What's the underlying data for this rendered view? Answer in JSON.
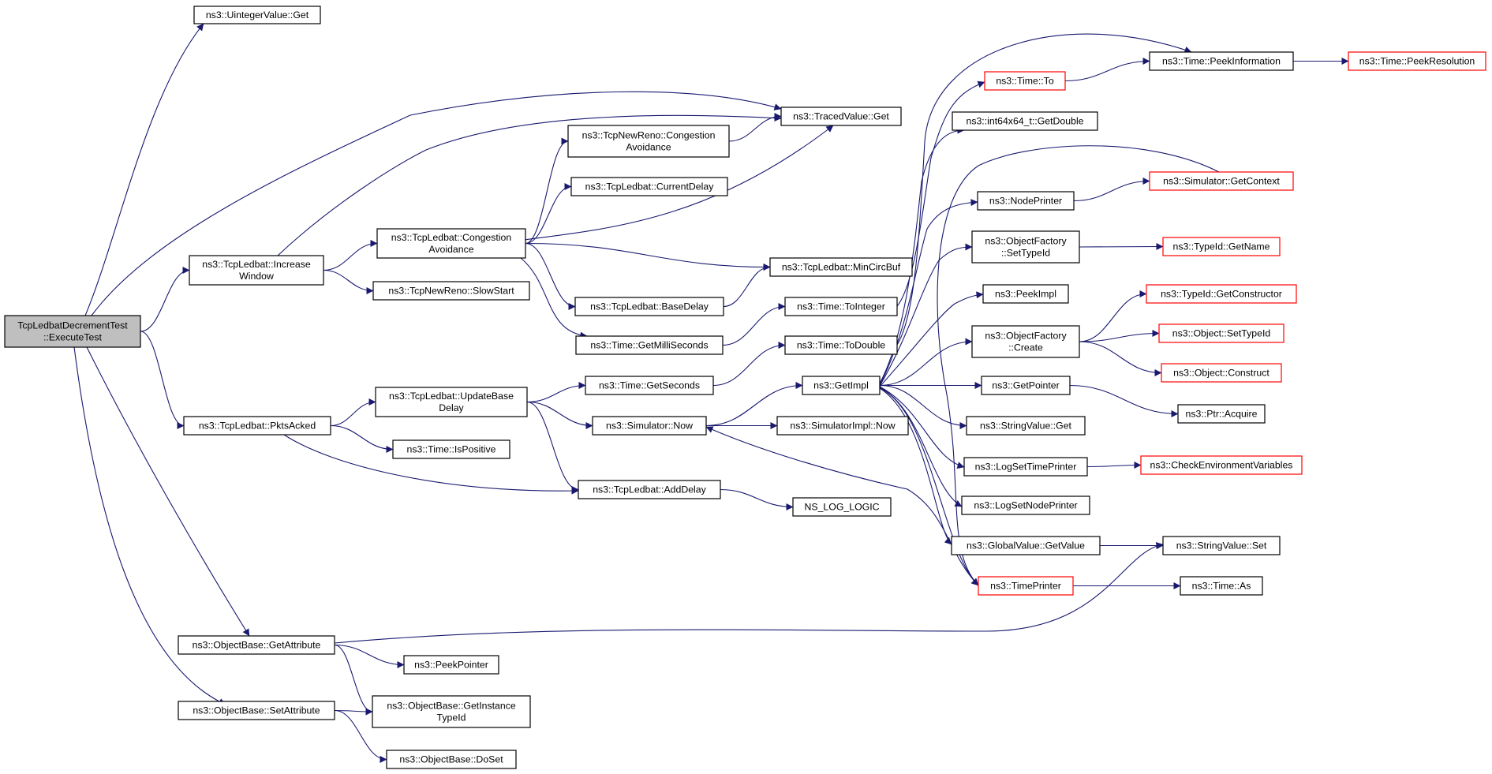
{
  "colors": {
    "edge": "#191970",
    "node_border": "#000000",
    "node_border_truncated": "#ff0000",
    "root_fill": "#bfbfbf",
    "node_fill": "#ffffff",
    "text": "#000000"
  },
  "nodes": [
    {
      "id": "root",
      "lines": [
        "TcpLedbatDecrementTest",
        "::ExecuteTest"
      ],
      "style": "root"
    },
    {
      "id": "uintget",
      "lines": [
        "ns3::UintegerValue::Get"
      ],
      "style": "normal"
    },
    {
      "id": "incwin",
      "lines": [
        "ns3::TcpLedbat::Increase",
        "Window"
      ],
      "style": "normal"
    },
    {
      "id": "pkts",
      "lines": [
        "ns3::TcpLedbat::PktsAcked"
      ],
      "style": "normal"
    },
    {
      "id": "getattr",
      "lines": [
        "ns3::ObjectBase::GetAttribute"
      ],
      "style": "normal"
    },
    {
      "id": "setattr",
      "lines": [
        "ns3::ObjectBase::SetAttribute"
      ],
      "style": "normal"
    },
    {
      "id": "ledca",
      "lines": [
        "ns3::TcpLedbat::Congestion",
        "Avoidance"
      ],
      "style": "normal"
    },
    {
      "id": "slowstart",
      "lines": [
        "ns3::TcpNewReno::SlowStart"
      ],
      "style": "normal"
    },
    {
      "id": "updbase",
      "lines": [
        "ns3::TcpLedbat::UpdateBase",
        "Delay"
      ],
      "style": "normal"
    },
    {
      "id": "ispos",
      "lines": [
        "ns3::Time::IsPositive"
      ],
      "style": "normal"
    },
    {
      "id": "peekptr",
      "lines": [
        "ns3::PeekPointer"
      ],
      "style": "normal"
    },
    {
      "id": "getinst",
      "lines": [
        "ns3::ObjectBase::GetInstance",
        "TypeId"
      ],
      "style": "normal"
    },
    {
      "id": "doset",
      "lines": [
        "ns3::ObjectBase::DoSet"
      ],
      "style": "normal"
    },
    {
      "id": "renoca",
      "lines": [
        "ns3::TcpNewReno::Congestion",
        "Avoidance"
      ],
      "style": "normal"
    },
    {
      "id": "curdelay",
      "lines": [
        "ns3::TcpLedbat::CurrentDelay"
      ],
      "style": "normal"
    },
    {
      "id": "basedelay",
      "lines": [
        "ns3::TcpLedbat::BaseDelay"
      ],
      "style": "normal"
    },
    {
      "id": "getms",
      "lines": [
        "ns3::Time::GetMilliSeconds"
      ],
      "style": "normal"
    },
    {
      "id": "getsec",
      "lines": [
        "ns3::Time::GetSeconds"
      ],
      "style": "normal"
    },
    {
      "id": "simnow",
      "lines": [
        "ns3::Simulator::Now"
      ],
      "style": "normal"
    },
    {
      "id": "adddelay",
      "lines": [
        "ns3::TcpLedbat::AddDelay"
      ],
      "style": "normal"
    },
    {
      "id": "tracedget",
      "lines": [
        "ns3::TracedValue::Get"
      ],
      "style": "normal"
    },
    {
      "id": "mincirc",
      "lines": [
        "ns3::TcpLedbat::MinCircBuf"
      ],
      "style": "normal"
    },
    {
      "id": "toint",
      "lines": [
        "ns3::Time::ToInteger"
      ],
      "style": "normal"
    },
    {
      "id": "todouble",
      "lines": [
        "ns3::Time::ToDouble"
      ],
      "style": "normal"
    },
    {
      "id": "getimpl",
      "lines": [
        "ns3::GetImpl"
      ],
      "style": "normal"
    },
    {
      "id": "simimplnow",
      "lines": [
        "ns3::SimulatorImpl::Now"
      ],
      "style": "normal"
    },
    {
      "id": "nslog",
      "lines": [
        "NS_LOG_LOGIC"
      ],
      "style": "normal"
    },
    {
      "id": "timeto",
      "lines": [
        "ns3::Time::To"
      ],
      "style": "truncated"
    },
    {
      "id": "int64",
      "lines": [
        "ns3::int64x64_t::GetDouble"
      ],
      "style": "normal"
    },
    {
      "id": "nodeprinter",
      "lines": [
        "ns3::NodePrinter"
      ],
      "style": "normal"
    },
    {
      "id": "ofsettype",
      "lines": [
        "ns3::ObjectFactory",
        "::SetTypeId"
      ],
      "style": "normal"
    },
    {
      "id": "peekimpl",
      "lines": [
        "ns3::PeekImpl"
      ],
      "style": "normal"
    },
    {
      "id": "ofcreate",
      "lines": [
        "ns3::ObjectFactory",
        "::Create"
      ],
      "style": "normal"
    },
    {
      "id": "getpointer",
      "lines": [
        "ns3::GetPointer"
      ],
      "style": "normal"
    },
    {
      "id": "strget",
      "lines": [
        "ns3::StringValue::Get"
      ],
      "style": "normal"
    },
    {
      "id": "logtime",
      "lines": [
        "ns3::LogSetTimePrinter"
      ],
      "style": "normal"
    },
    {
      "id": "lognode",
      "lines": [
        "ns3::LogSetNodePrinter"
      ],
      "style": "normal"
    },
    {
      "id": "gvget",
      "lines": [
        "ns3::GlobalValue::GetValue"
      ],
      "style": "normal"
    },
    {
      "id": "timeprinter",
      "lines": [
        "ns3::TimePrinter"
      ],
      "style": "truncated"
    },
    {
      "id": "peekinfo",
      "lines": [
        "ns3::Time::PeekInformation"
      ],
      "style": "normal"
    },
    {
      "id": "getctx",
      "lines": [
        "ns3::Simulator::GetContext"
      ],
      "style": "truncated"
    },
    {
      "id": "tidname",
      "lines": [
        "ns3::TypeId::GetName"
      ],
      "style": "truncated"
    },
    {
      "id": "tidctor",
      "lines": [
        "ns3::TypeId::GetConstructor"
      ],
      "style": "truncated"
    },
    {
      "id": "objsettype",
      "lines": [
        "ns3::Object::SetTypeId"
      ],
      "style": "truncated"
    },
    {
      "id": "objconstruct",
      "lines": [
        "ns3::Object::Construct"
      ],
      "style": "truncated"
    },
    {
      "id": "ptracq",
      "lines": [
        "ns3::Ptr::Acquire"
      ],
      "style": "normal"
    },
    {
      "id": "checkenv",
      "lines": [
        "ns3::CheckEnvironmentVariables"
      ],
      "style": "truncated"
    },
    {
      "id": "strset",
      "lines": [
        "ns3::StringValue::Set"
      ],
      "style": "normal"
    },
    {
      "id": "timeas",
      "lines": [
        "ns3::Time::As"
      ],
      "style": "normal"
    },
    {
      "id": "peekres",
      "lines": [
        "ns3::Time::PeekResolution"
      ],
      "style": "truncated"
    }
  ],
  "edges": [
    [
      "root",
      "uintget"
    ],
    [
      "root",
      "tracedget"
    ],
    [
      "root",
      "incwin"
    ],
    [
      "root",
      "pkts"
    ],
    [
      "root",
      "getattr"
    ],
    [
      "root",
      "setattr"
    ],
    [
      "incwin",
      "tracedget"
    ],
    [
      "incwin",
      "ledca"
    ],
    [
      "incwin",
      "slowstart"
    ],
    [
      "ledca",
      "renoca"
    ],
    [
      "ledca",
      "curdelay"
    ],
    [
      "ledca",
      "tracedget"
    ],
    [
      "ledca",
      "mincirc"
    ],
    [
      "ledca",
      "basedelay"
    ],
    [
      "ledca",
      "getms"
    ],
    [
      "renoca",
      "tracedget"
    ],
    [
      "basedelay",
      "mincirc"
    ],
    [
      "getms",
      "toint"
    ],
    [
      "toint",
      "timeto"
    ],
    [
      "pkts",
      "updbase"
    ],
    [
      "pkts",
      "ispos"
    ],
    [
      "pkts",
      "adddelay"
    ],
    [
      "updbase",
      "getsec"
    ],
    [
      "updbase",
      "simnow"
    ],
    [
      "updbase",
      "adddelay"
    ],
    [
      "getsec",
      "todouble"
    ],
    [
      "todouble",
      "peekinfo"
    ],
    [
      "simnow",
      "getimpl"
    ],
    [
      "simnow",
      "simimplnow"
    ],
    [
      "adddelay",
      "nslog"
    ],
    [
      "getimpl",
      "int64"
    ],
    [
      "getimpl",
      "nodeprinter"
    ],
    [
      "getimpl",
      "ofsettype"
    ],
    [
      "getimpl",
      "peekimpl"
    ],
    [
      "getimpl",
      "ofcreate"
    ],
    [
      "getimpl",
      "getpointer"
    ],
    [
      "getimpl",
      "strget"
    ],
    [
      "getimpl",
      "logtime"
    ],
    [
      "getimpl",
      "lognode"
    ],
    [
      "getimpl",
      "gvget"
    ],
    [
      "getimpl",
      "timeprinter"
    ],
    [
      "timeto",
      "peekinfo"
    ],
    [
      "peekinfo",
      "peekres"
    ],
    [
      "nodeprinter",
      "getctx"
    ],
    [
      "getctx",
      "timeprinter"
    ],
    [
      "ofsettype",
      "tidname"
    ],
    [
      "ofcreate",
      "tidctor"
    ],
    [
      "ofcreate",
      "objsettype"
    ],
    [
      "ofcreate",
      "objconstruct"
    ],
    [
      "getpointer",
      "ptracq"
    ],
    [
      "logtime",
      "checkenv"
    ],
    [
      "gvget",
      "strset"
    ],
    [
      "timeprinter",
      "timeas"
    ],
    [
      "timeprinter",
      "simnow"
    ],
    [
      "getattr",
      "strset"
    ],
    [
      "getattr",
      "peekptr"
    ],
    [
      "getattr",
      "getinst"
    ],
    [
      "setattr",
      "getinst"
    ],
    [
      "setattr",
      "doset"
    ]
  ]
}
